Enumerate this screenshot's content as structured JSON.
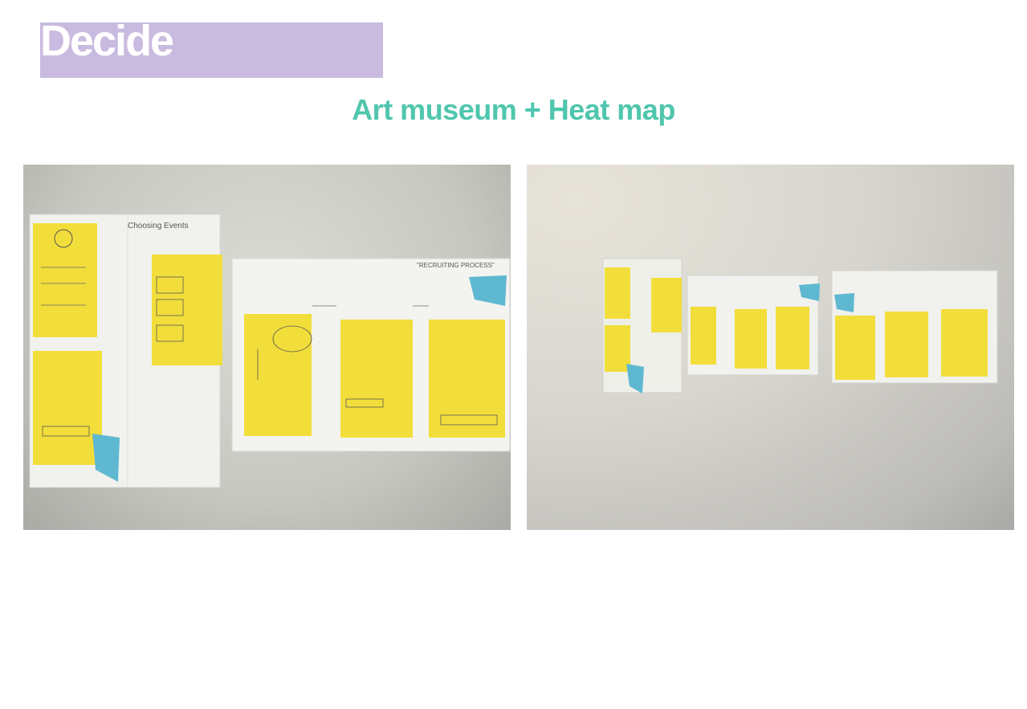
{
  "header": {
    "title": "Decide",
    "accent_color": "#c9bbdf"
  },
  "subtitle": {
    "text": "Art museum + Heat map",
    "color": "#4fc6ad"
  },
  "photos": [
    {
      "sheet_left_heading": "Choosing Events",
      "sheet_right_heading": "\"RECRUITING PROCESS\""
    },
    {}
  ]
}
